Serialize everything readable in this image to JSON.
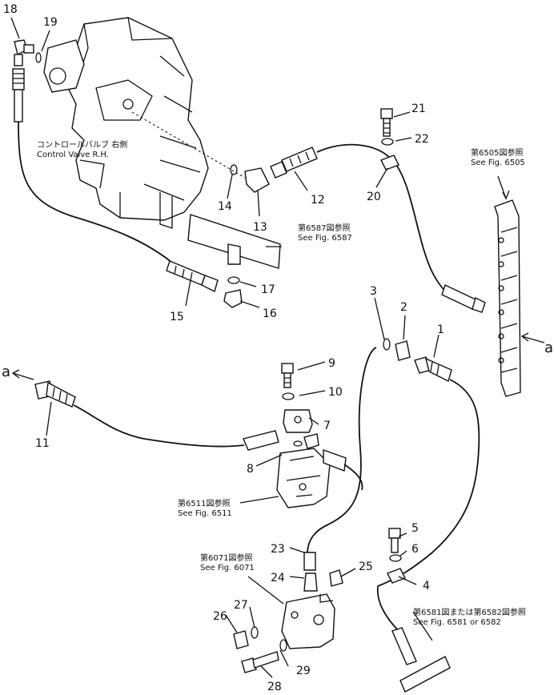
{
  "callouts": {
    "c1": "1",
    "c2": "2",
    "c3": "3",
    "c4": "4",
    "c5": "5",
    "c6": "6",
    "c7": "7",
    "c8": "8",
    "c9": "9",
    "c10": "10",
    "c11": "11",
    "c12": "12",
    "c13": "13",
    "c14": "14",
    "c15": "15",
    "c16": "16",
    "c17": "17",
    "c18": "18",
    "c19": "19",
    "c20": "20",
    "c21": "21",
    "c22": "22",
    "c23": "23",
    "c24": "24",
    "c25": "25",
    "c26": "26",
    "c27": "27",
    "c28": "28",
    "c29": "29"
  },
  "connectors": {
    "a_right": "a",
    "a_left": "a"
  },
  "refs": {
    "control_valve_jp": "コントロールバルブ 右側",
    "control_valve_en": "Control Valve R.H.",
    "fig6587_jp": "第6587図参照",
    "fig6587_en": "See Fig. 6587",
    "fig6505_jp": "第6505図参照",
    "fig6505_en": "See Fig. 6505",
    "fig6511_jp": "第6511図参照",
    "fig6511_en": "See Fig. 6511",
    "fig6071_jp": "第6071図参照",
    "fig6071_en": "See Fig. 6071",
    "fig6581_jp": "第6581図または第6582図参照",
    "fig6581_en": "See Fig. 6581 or 6582"
  }
}
